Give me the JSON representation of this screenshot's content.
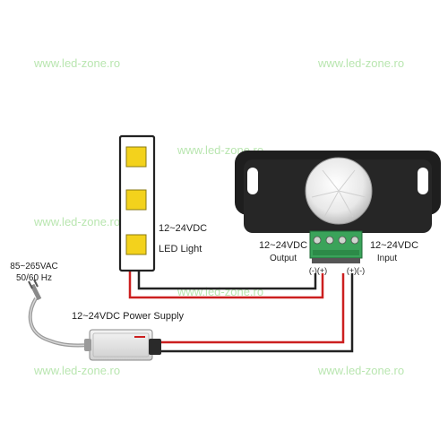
{
  "watermark": "www.led-zone.ro",
  "led_strip": {
    "voltage": "12~24VDC",
    "name": "LED Light"
  },
  "sensor": {
    "output_label": "12~24VDC",
    "output_sub": "Output",
    "input_label": "12~24VDC",
    "input_sub": "Input",
    "polarity_out": "(-)(+)",
    "polarity_in": "(+)(-)"
  },
  "mains": {
    "voltage": "85~265VAC",
    "frequency": "50/60 Hz"
  },
  "power_supply": {
    "label": "12~24VDC Power Supply"
  },
  "colors": {
    "wire_red": "#cc1f1f",
    "wire_black": "#222222",
    "terminal_green": "#3aa35a",
    "sensor_body": "#1e1e1e",
    "watermark": "#b9e6b0"
  }
}
